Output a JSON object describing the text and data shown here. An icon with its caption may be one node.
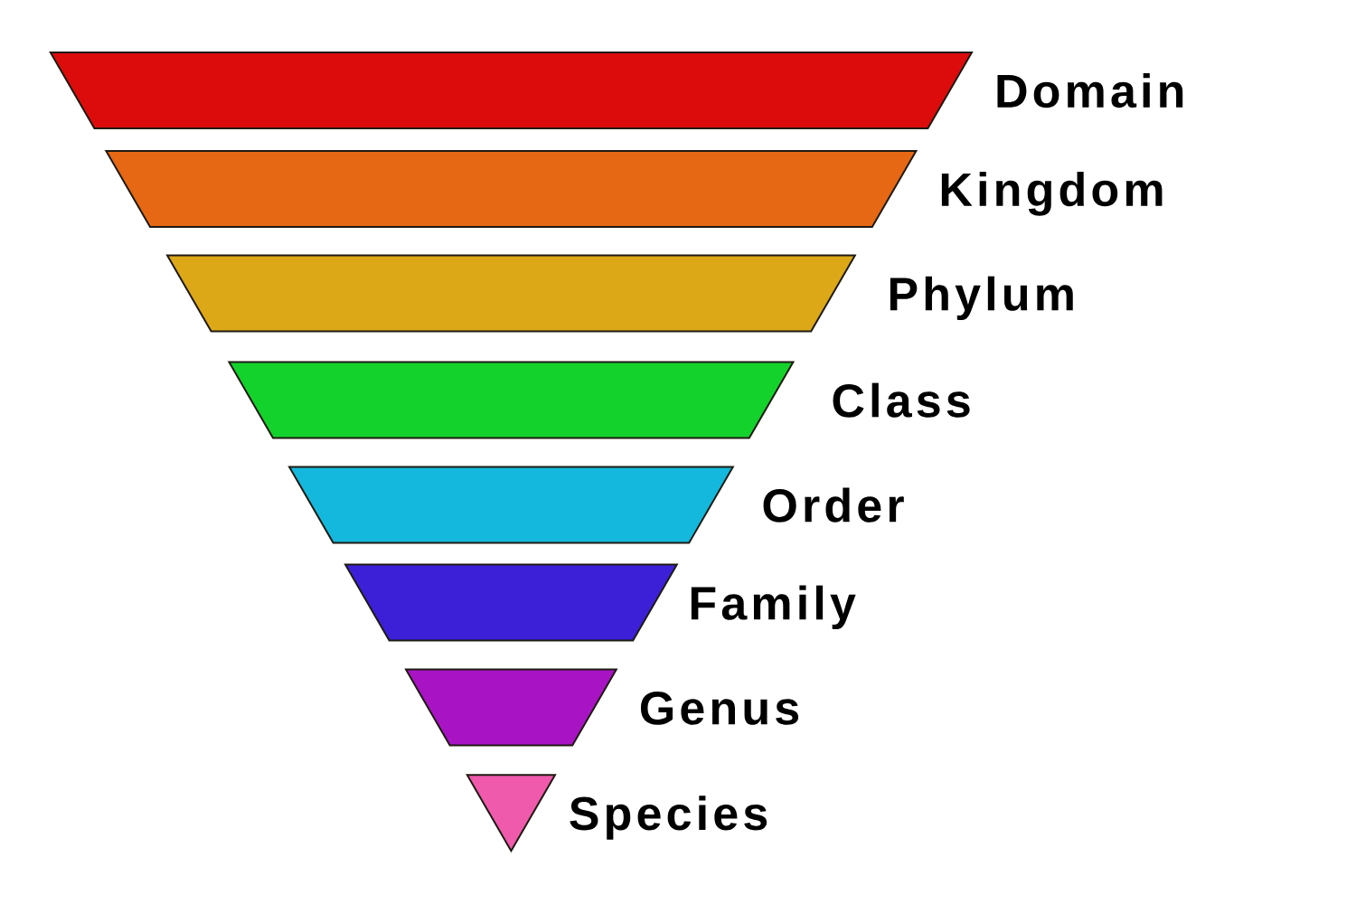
{
  "diagram": {
    "nodes": [
      {
        "text": [
          "Domain"
        ]
      },
      {
        "text": [
          "Kingdom"
        ]
      },
      {
        "text": [
          "Phylum"
        ]
      },
      {
        "text": [
          "Class"
        ]
      },
      {
        "text": [
          "Order"
        ]
      },
      {
        "text": [
          "Family"
        ]
      },
      {
        "text": [
          "Genus"
        ]
      },
      {
        "text": [
          "Species"
        ]
      }
    ]
  }
}
